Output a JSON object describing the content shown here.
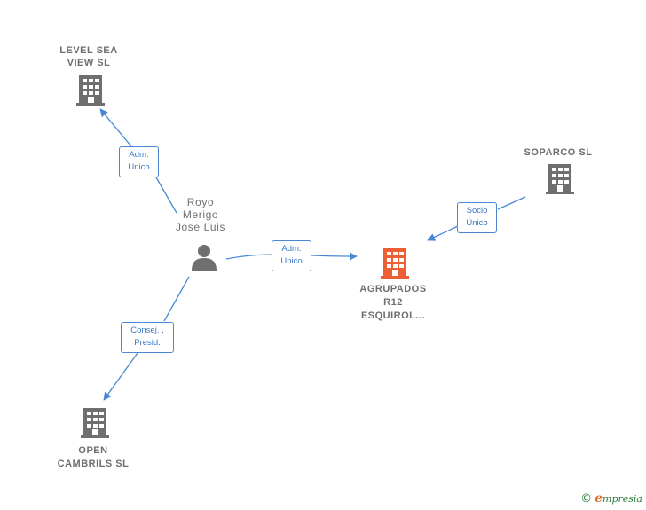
{
  "colors": {
    "company": "#6f6f6f",
    "focus_company": "#ee6033",
    "person": "#6f6f6f",
    "edge": "#4a88d6"
  },
  "nodes": {
    "level_sea": {
      "line1": "LEVEL SEA",
      "line2": "VIEW  SL",
      "icon": "building-icon"
    },
    "royo": {
      "line1": "Royo",
      "line2": "Merigo",
      "line3": "Jose Luis",
      "icon": "person-icon"
    },
    "soparco": {
      "line1": "SOPARCO SL",
      "icon": "building-icon"
    },
    "agrupados": {
      "line1": "AGRUPADOS",
      "line2": "R12",
      "line3": "ESQUIROL...",
      "icon": "building-icon"
    },
    "open_cambrils": {
      "line1": "OPEN",
      "line2": "CAMBRILS  SL",
      "icon": "building-icon"
    }
  },
  "edges": {
    "royo_level": {
      "line1": "Adm.",
      "line2": "Unico"
    },
    "royo_agrupados": {
      "line1": "Adm.",
      "line2": "Unico"
    },
    "soparco_agrupados": {
      "line1": "Socio",
      "line2": "Único"
    },
    "royo_open": {
      "line1": "Consej. ,",
      "line2": "Presid."
    }
  },
  "footer": {
    "copyright": "©",
    "brand_e": "e",
    "brand_rest": "mpresia"
  }
}
